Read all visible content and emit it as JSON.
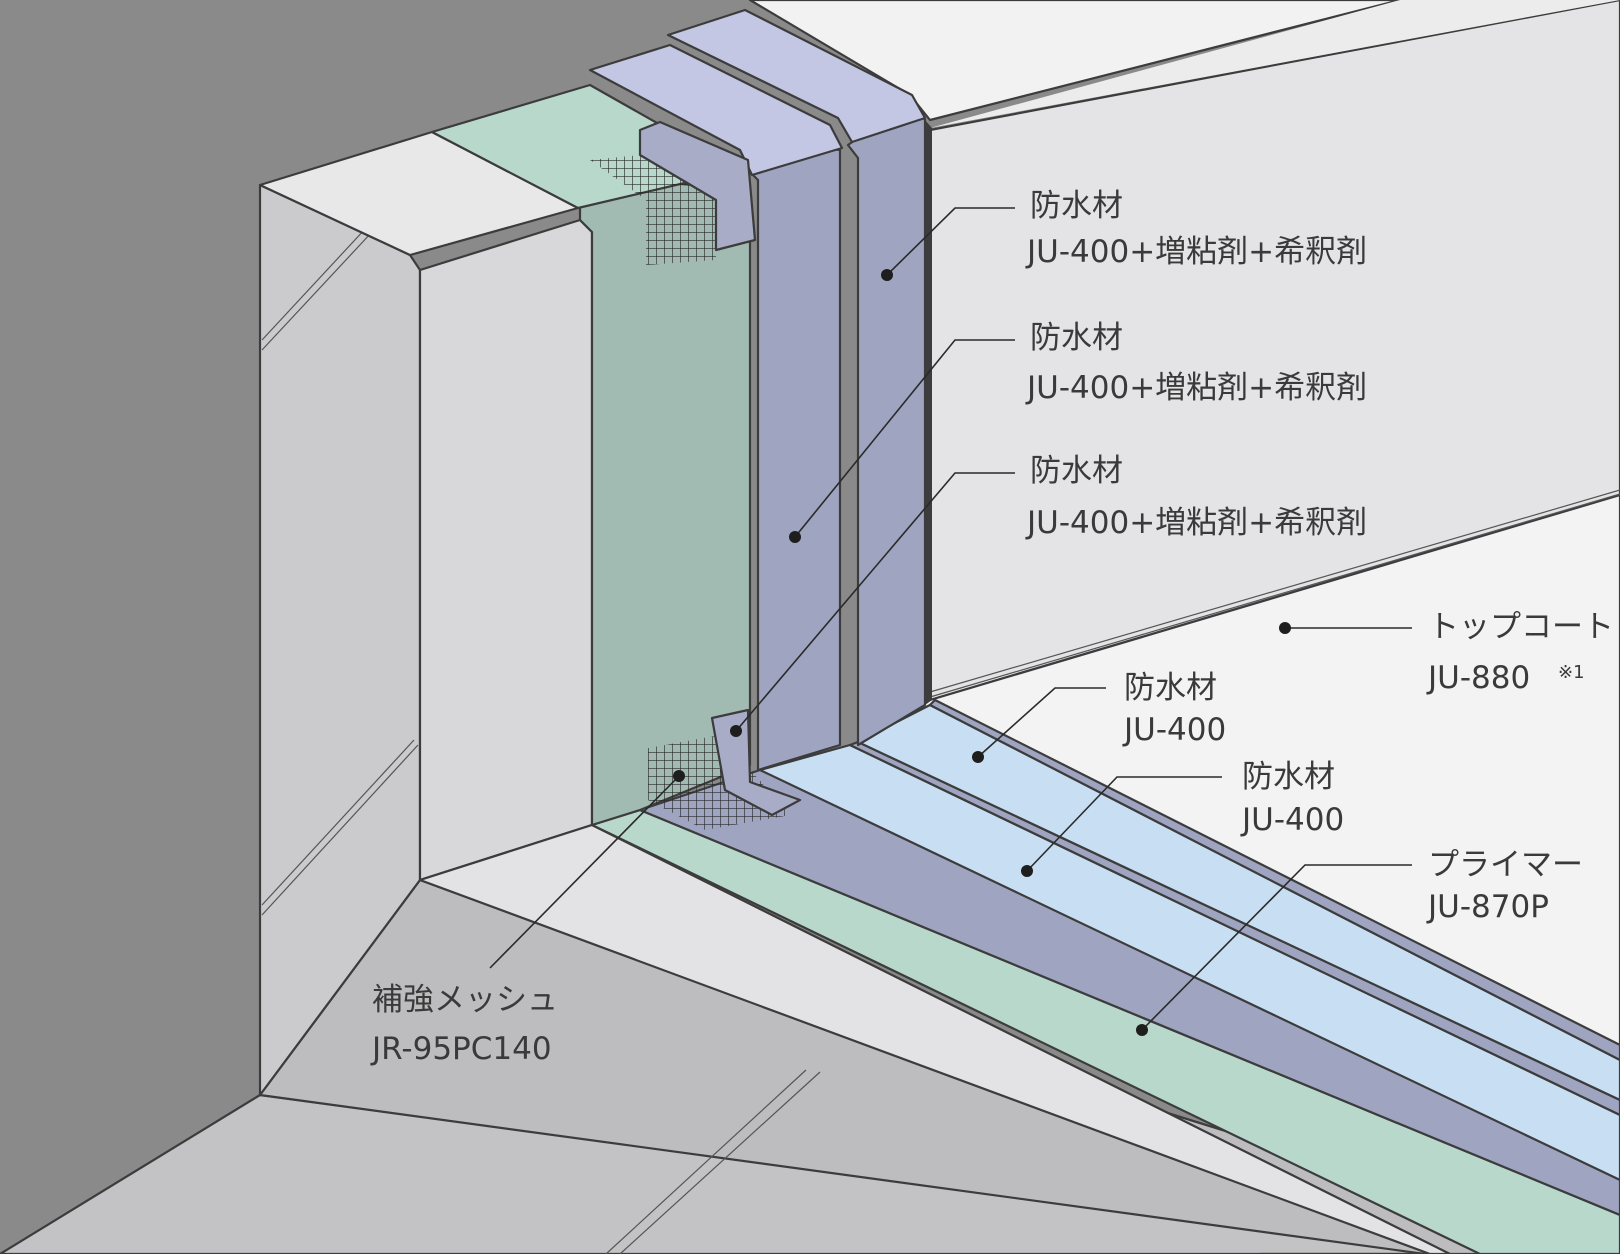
{
  "colors": {
    "background": "#8a8a8a",
    "concrete_front": "#c9c9cb",
    "concrete_inner": "#d9d9db",
    "concrete_top": "#e9e9ea",
    "floor": "#f3f3f3",
    "wall_back": "#e4e4e6",
    "primer": "#a1bbb3",
    "primer_light": "#b8d8cc",
    "membrane_purple": "#9fa5c1",
    "membrane_purple_top": "#c3c7e3",
    "membrane_light_blue": "#c8dff3",
    "text": "#3a3a3a"
  },
  "labels": [
    {
      "id": "wall-layer-3",
      "line1": "防水材",
      "line2": "JU-400+増粘剤+希釈剤"
    },
    {
      "id": "wall-layer-2",
      "line1": "防水材",
      "line2": "JU-400+増粘剤+希釈剤"
    },
    {
      "id": "wall-layer-1",
      "line1": "防水材",
      "line2": "JU-400+増粘剤+希釈剤"
    },
    {
      "id": "topcoat",
      "line1": "トップコート",
      "line2": "JU-880",
      "note": "※1"
    },
    {
      "id": "floor-layer-2",
      "line1": "防水材",
      "line2": "JU-400"
    },
    {
      "id": "floor-layer-1",
      "line1": "防水材",
      "line2": "JU-400"
    },
    {
      "id": "primer",
      "line1": "プライマー",
      "line2": "JU-870P"
    },
    {
      "id": "mesh",
      "line1": "補強メッシュ",
      "line2": "JR-95PC140"
    }
  ]
}
